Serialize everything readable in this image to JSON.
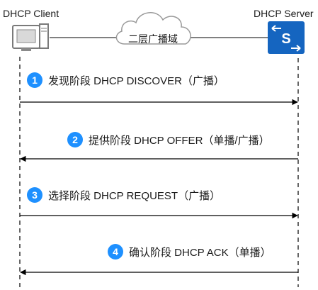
{
  "client": {
    "label": "DHCP Client",
    "icon": "computer-icon"
  },
  "server": {
    "label": "DHCP Server",
    "icon": "switch-icon"
  },
  "network": {
    "label": "二层广播域",
    "icon": "cloud-icon"
  },
  "colors": {
    "accent": "#1e90ff",
    "switch": "#1565c0",
    "line": "#000000"
  },
  "steps": [
    {
      "number": "1",
      "text": "发现阶段 DHCP DISCOVER（广播）",
      "direction": "client-to-server"
    },
    {
      "number": "2",
      "text": "提供阶段 DHCP OFFER（单播/广播）",
      "direction": "server-to-client"
    },
    {
      "number": "3",
      "text": "选择阶段 DHCP REQUEST（广播）",
      "direction": "client-to-server"
    },
    {
      "number": "4",
      "text": "确认阶段 DHCP ACK（单播）",
      "direction": "server-to-client"
    }
  ]
}
